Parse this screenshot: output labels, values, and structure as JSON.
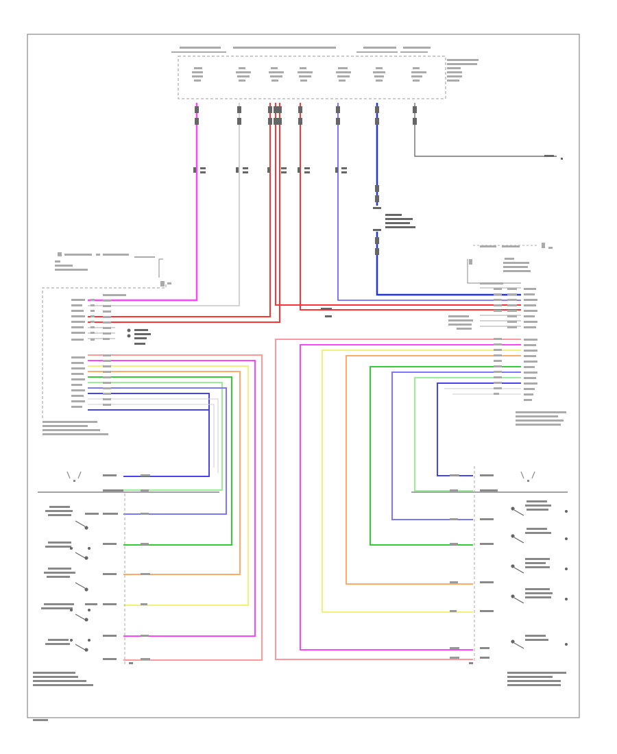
{
  "diagram": {
    "footer_id": "",
    "fuse_box": {
      "fuses": [
        {
          "id": "f1",
          "color": "#ff44ff"
        },
        {
          "id": "f2",
          "color": "#999999"
        },
        {
          "id": "f3",
          "color": "#ff2222"
        },
        {
          "id": "f4",
          "color": "#ff2222"
        },
        {
          "id": "f5",
          "color": "#3333ff"
        },
        {
          "id": "f6",
          "color": "#2222dd"
        },
        {
          "id": "f7",
          "color": "#555555"
        }
      ]
    },
    "wire_colors": {
      "pink": "#ff44ff",
      "red": "#ff2222",
      "gray": "#999999",
      "blue": "#3333ff",
      "light_pink": "#ff9999",
      "yellow": "#f3f07a",
      "orange": "#ffaa66",
      "green": "#33cc33",
      "light_green": "#99ee99",
      "violet": "#7777ff"
    },
    "components": [
      {
        "id": "left-controller"
      },
      {
        "id": "right-controller"
      },
      {
        "id": "left-switch-assembly"
      },
      {
        "id": "right-switch-assembly"
      }
    ]
  }
}
